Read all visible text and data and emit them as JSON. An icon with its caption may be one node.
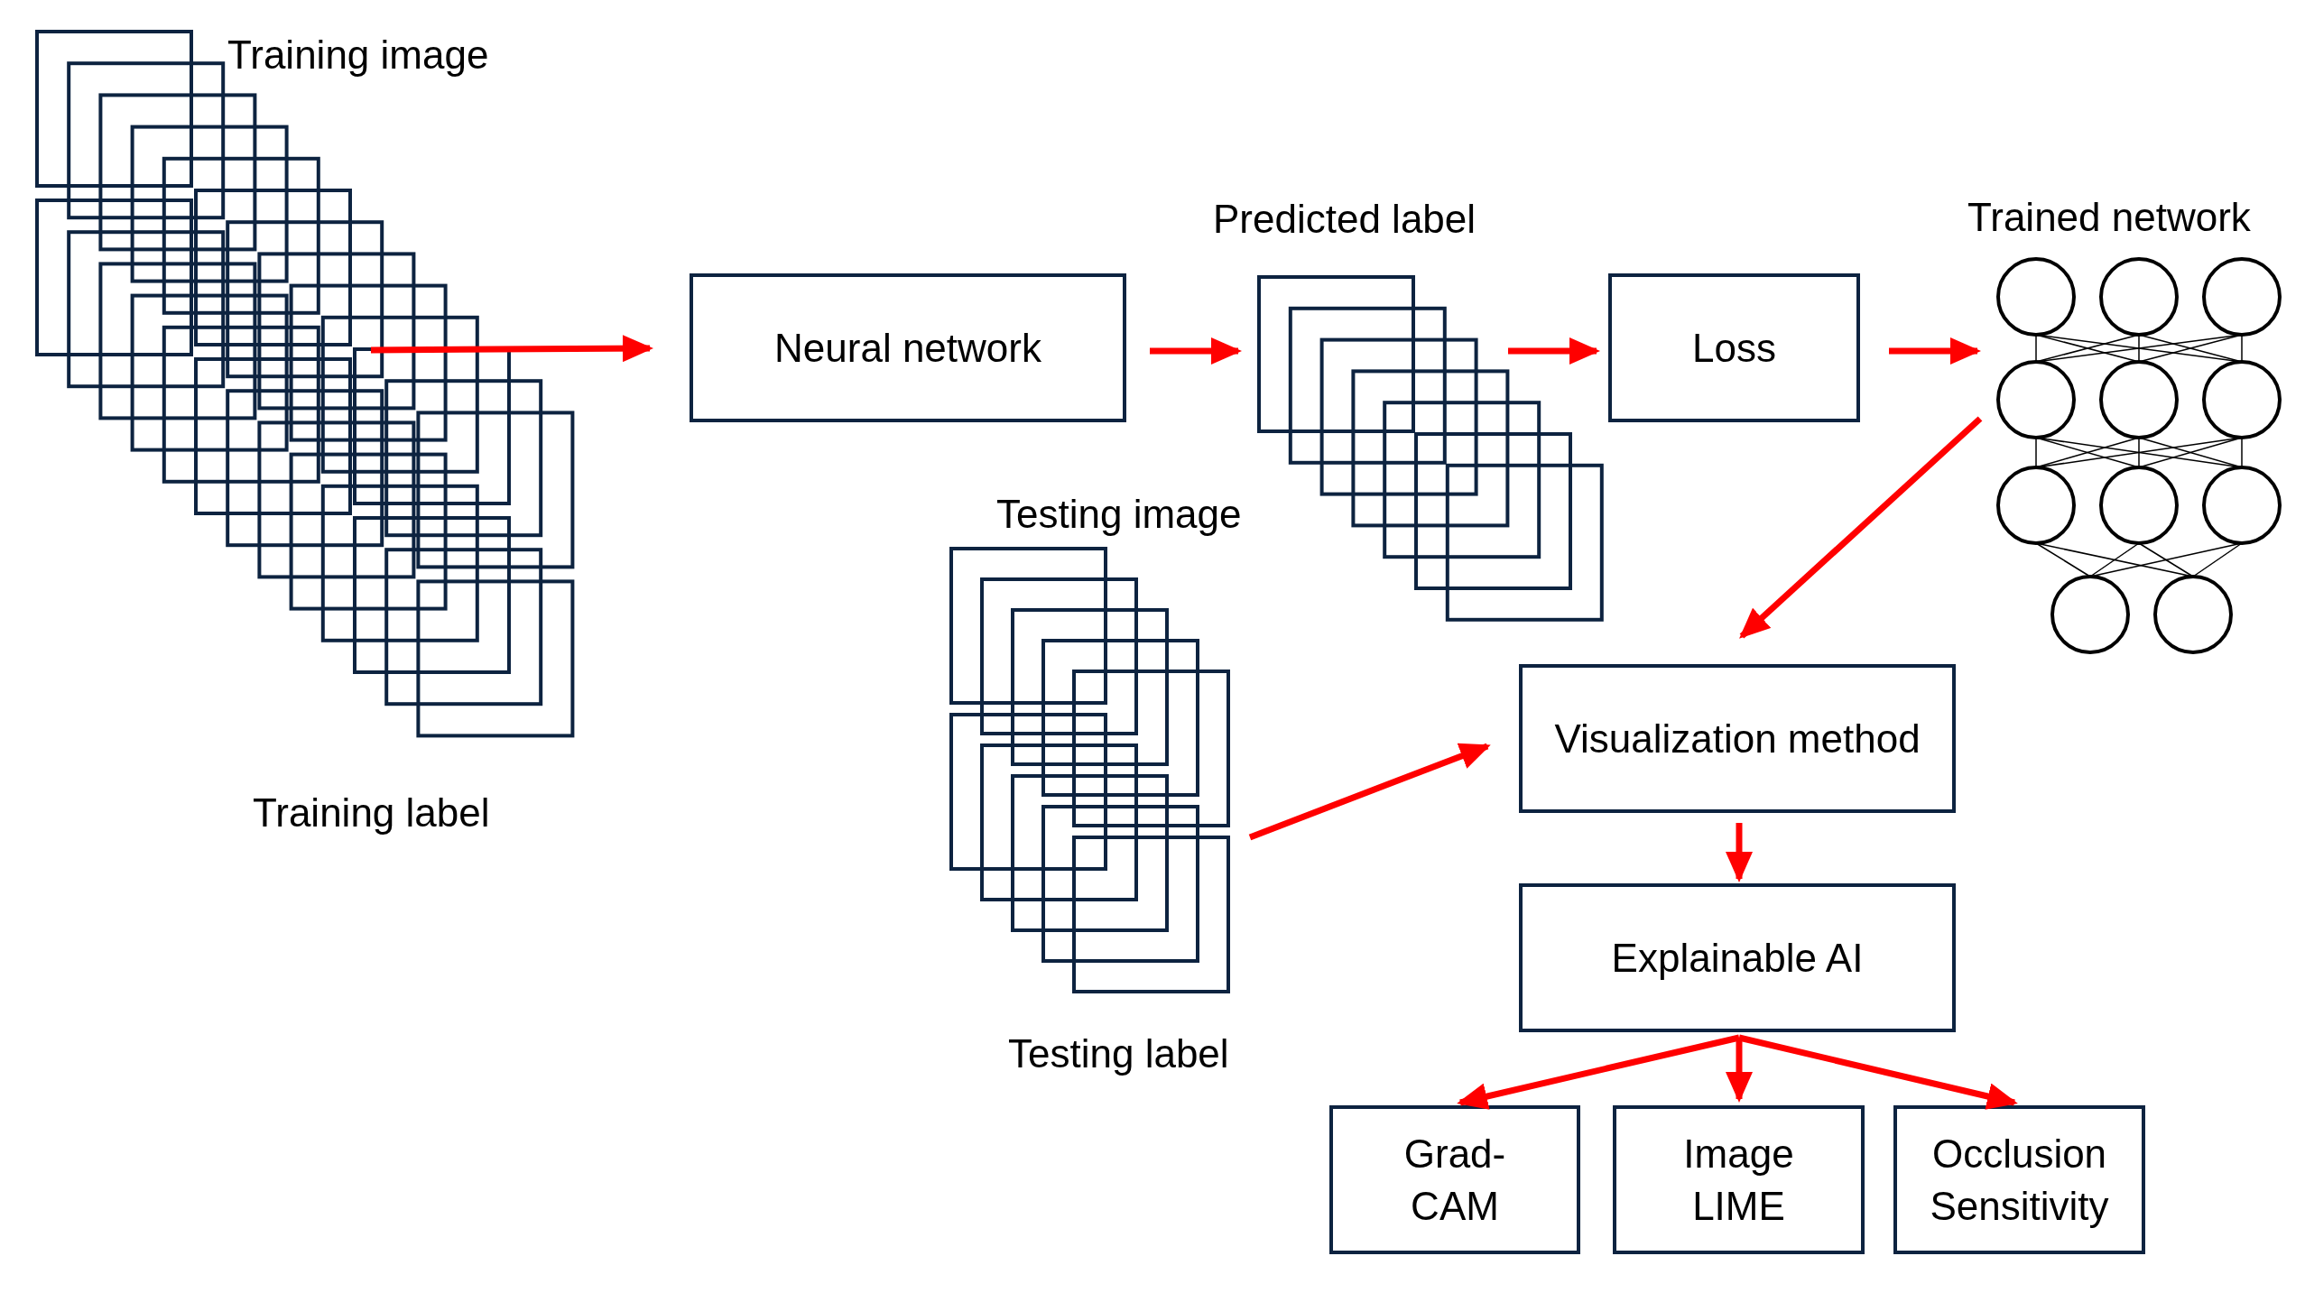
{
  "diagram": {
    "nodes": [
      {
        "text": [
          "Training image",
          "Training label"
        ]
      },
      {
        "text": [
          "Neural network"
        ]
      },
      {
        "text": [
          "Predicted label"
        ]
      },
      {
        "text": [
          "Loss"
        ]
      },
      {
        "text": [
          "Trained network"
        ]
      },
      {
        "text": [
          "Testing image",
          "Testing label"
        ]
      },
      {
        "text": [
          "Visualization method"
        ]
      },
      {
        "text": [
          "Explainable AI"
        ]
      },
      {
        "text": [
          "Grad-CAM"
        ]
      },
      {
        "text": [
          "Image LIME"
        ]
      },
      {
        "text": [
          "Occlusion Sensitivity"
        ]
      }
    ],
    "edges": [
      {
        "from": 0,
        "to": 1,
        "arrow": "to"
      },
      {
        "from": 1,
        "to": 2,
        "arrow": "to"
      },
      {
        "from": 2,
        "to": 3,
        "arrow": "to"
      },
      {
        "from": 3,
        "to": 4,
        "arrow": "to"
      },
      {
        "from": 4,
        "to": 6,
        "arrow": "to"
      },
      {
        "from": 5,
        "to": 6,
        "arrow": "to"
      },
      {
        "from": 6,
        "to": 7,
        "arrow": "to"
      },
      {
        "from": 7,
        "to": 8,
        "arrow": "to"
      },
      {
        "from": 7,
        "to": 9,
        "arrow": "to"
      },
      {
        "from": 7,
        "to": 10,
        "arrow": "to"
      }
    ]
  }
}
